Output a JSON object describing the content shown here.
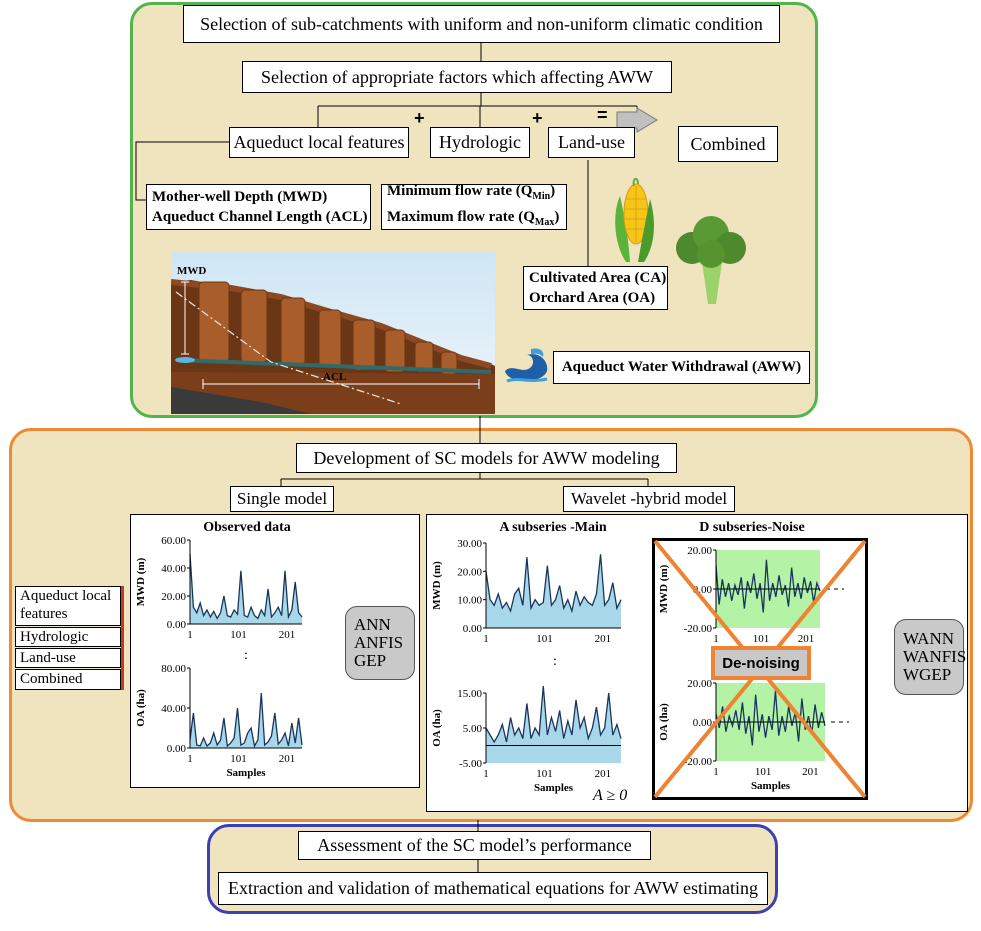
{
  "top": {
    "selection_subcatchments": "Selection of  sub-catchments with uniform and non-uniform climatic condition",
    "selection_factors": "Selection of appropriate factors which affecting  AWW",
    "factor_aqueduct": "Aqueduct local features",
    "factor_hydrologic": "Hydrologic",
    "factor_landuse": "Land-use",
    "factor_combined": "Combined",
    "plus": "+",
    "equals": "=",
    "aqueduct_vars": [
      "Mother-well Depth (MWD)",
      "Aqueduct Channel Length (ACL)"
    ],
    "hydro_vars": {
      "min": "Minimum flow rate (Q",
      "min_sub": "Min",
      "max": "Maximum flow rate (Q",
      "max_sub": "Max",
      "close": ")"
    },
    "landuse_vars": [
      "Cultivated Area (CA)",
      "Orchard Area (OA)"
    ],
    "illustration_labels": {
      "mwd": "MWD",
      "acl": "ACL"
    },
    "aww_label": "Aqueduct Water Withdrawal (AWW)"
  },
  "middle": {
    "development": "Development of  SC models for AWW modeling",
    "single_model": "Single model",
    "wavelet_model": "Wavelet -hybrid model",
    "input_types": [
      "Aqueduct local",
      "features",
      "Hydrologic",
      "Land-use",
      "Combined"
    ],
    "single_models": [
      "ANN",
      "ANFIS",
      "GEP"
    ],
    "wavelet_models": [
      "WANN",
      "WANFIS",
      "WGEP"
    ],
    "denoising": "De-noising",
    "a_condition": "A   ≥ 0",
    "colon": ":"
  },
  "bottom": {
    "assessment": "Assessment of the SC model’s performance",
    "extraction": "Extraction and validation of mathematical equations for AWW estimating"
  },
  "chart_data": [
    {
      "type": "area",
      "title": "Observed data",
      "panel": "MWD",
      "ylabel": "MWD (m)",
      "ylim": [
        0,
        60
      ],
      "yticks": [
        "60.00",
        "40.00",
        "20.00",
        "0.00"
      ],
      "xticks": [
        "1",
        "101",
        "201"
      ],
      "x": [
        1,
        8,
        15,
        22,
        29,
        36,
        43,
        50,
        57,
        64,
        71,
        78,
        85,
        92,
        99,
        106,
        113,
        120,
        127,
        134,
        141,
        148,
        155,
        162,
        169,
        176,
        183,
        190,
        197,
        204,
        211,
        218,
        225,
        232
      ],
      "y": [
        50,
        12,
        8,
        15,
        6,
        10,
        5,
        9,
        4,
        8,
        20,
        6,
        5,
        10,
        7,
        38,
        6,
        5,
        12,
        6,
        4,
        10,
        6,
        25,
        5,
        8,
        12,
        6,
        38,
        5,
        10,
        30,
        8,
        5
      ]
    },
    {
      "type": "area",
      "panel": "OA",
      "ylabel": "OA (ha)",
      "xlabel": "Samples",
      "ylim": [
        0,
        80
      ],
      "yticks": [
        "80.00",
        "40.00",
        "0.00"
      ],
      "xticks": [
        "1",
        "101",
        "201"
      ],
      "x": [
        1,
        8,
        15,
        22,
        29,
        36,
        43,
        50,
        57,
        64,
        71,
        78,
        85,
        92,
        99,
        106,
        113,
        120,
        127,
        134,
        141,
        148,
        155,
        162,
        169,
        176,
        183,
        190,
        197,
        204,
        211,
        218,
        225,
        232
      ],
      "y": [
        8,
        35,
        3,
        2,
        10,
        2,
        5,
        15,
        3,
        8,
        30,
        2,
        5,
        10,
        40,
        3,
        5,
        15,
        20,
        2,
        8,
        55,
        3,
        6,
        12,
        35,
        4,
        8,
        15,
        2,
        25,
        5,
        30,
        3
      ]
    },
    {
      "type": "area",
      "title": "A    subseries -Main",
      "panel": "MWD",
      "ylabel": "MWD (m)",
      "ylim": [
        0,
        30
      ],
      "yticks": [
        "30.00",
        "20.00",
        "10.00",
        "0.00"
      ],
      "xticks": [
        "1",
        "101",
        "201"
      ],
      "x": [
        1,
        8,
        15,
        22,
        29,
        36,
        43,
        50,
        57,
        64,
        71,
        78,
        85,
        92,
        99,
        106,
        113,
        120,
        127,
        134,
        141,
        148,
        155,
        162,
        169,
        176,
        183,
        190,
        197,
        204,
        211,
        218,
        225,
        232
      ],
      "y": [
        20,
        10,
        8,
        12,
        7,
        9,
        6,
        12,
        14,
        8,
        25,
        7,
        10,
        8,
        9,
        22,
        8,
        10,
        15,
        7,
        10,
        6,
        13,
        8,
        11,
        9,
        8,
        12,
        26,
        8,
        10,
        16,
        7,
        10
      ]
    },
    {
      "type": "area",
      "panel": "OA",
      "ylabel": "OA (ha)",
      "xlabel": "Samples",
      "ylim": [
        -5,
        15
      ],
      "yticks": [
        "15.00",
        "5.00",
        "-5.00"
      ],
      "xticks": [
        "1",
        "101",
        "201"
      ],
      "x": [
        1,
        8,
        15,
        22,
        29,
        36,
        43,
        50,
        57,
        64,
        71,
        78,
        85,
        92,
        99,
        106,
        113,
        120,
        127,
        134,
        141,
        148,
        155,
        162,
        169,
        176,
        183,
        190,
        197,
        204,
        211,
        218,
        225,
        232
      ],
      "y": [
        5,
        3,
        1,
        3,
        6,
        1,
        8,
        3,
        5,
        2,
        12,
        2,
        5,
        3,
        17,
        3,
        8,
        4,
        10,
        2,
        7,
        3,
        13,
        5,
        8,
        2,
        5,
        11,
        3,
        5,
        15,
        3,
        6,
        2
      ]
    },
    {
      "type": "line",
      "title": "D   subseries-Noise",
      "panel": "MWD",
      "ylabel": "MWD (m)",
      "ylim": [
        -20,
        20
      ],
      "yticks": [
        "20.00",
        "0.00",
        "-20.00"
      ],
      "xticks": [
        "1",
        "101",
        "201"
      ],
      "x": [
        1,
        8,
        15,
        22,
        29,
        36,
        43,
        50,
        57,
        64,
        71,
        78,
        85,
        92,
        99,
        106,
        113,
        120,
        127,
        134,
        141,
        148,
        155,
        162,
        169,
        176,
        183,
        190,
        197,
        204,
        211,
        218,
        225,
        232
      ],
      "y": [
        12,
        -8,
        5,
        -4,
        3,
        -6,
        2,
        -3,
        6,
        -10,
        4,
        -2,
        8,
        -5,
        3,
        -12,
        15,
        -6,
        3,
        -4,
        7,
        -3,
        2,
        -9,
        11,
        -4,
        3,
        -5,
        6,
        -2,
        4,
        -7,
        3,
        -1
      ]
    },
    {
      "type": "line",
      "panel": "OA",
      "ylabel": "OA (ha)",
      "xlabel": "Samples",
      "ylim": [
        -20,
        20
      ],
      "yticks": [
        "20.00",
        "0.00",
        "-20.00"
      ],
      "xticks": [
        "1",
        "101",
        "201"
      ],
      "x": [
        1,
        8,
        15,
        22,
        29,
        36,
        43,
        50,
        57,
        64,
        71,
        78,
        85,
        92,
        99,
        106,
        113,
        120,
        127,
        134,
        141,
        148,
        155,
        162,
        169,
        176,
        183,
        190,
        197,
        204,
        211,
        218,
        225,
        232
      ],
      "y": [
        4,
        -3,
        8,
        -5,
        3,
        -2,
        6,
        -4,
        10,
        -6,
        3,
        -12,
        14,
        -5,
        4,
        -8,
        3,
        -4,
        16,
        -7,
        3,
        -5,
        8,
        -2,
        5,
        -10,
        12,
        -4,
        3,
        -6,
        9,
        -3,
        5,
        -2
      ]
    }
  ],
  "colors": {
    "panel_fill": "#efe4bd",
    "top_border": "#53b44b",
    "middle_border": "#ed8a33",
    "bottom_border": "#3b41b5",
    "area_fill": "#a9d7ea",
    "series_line": "#17355e",
    "noise_bg": "#b4f2a5",
    "cross": "#ee8433",
    "arrow_green": "#3aa24a"
  }
}
